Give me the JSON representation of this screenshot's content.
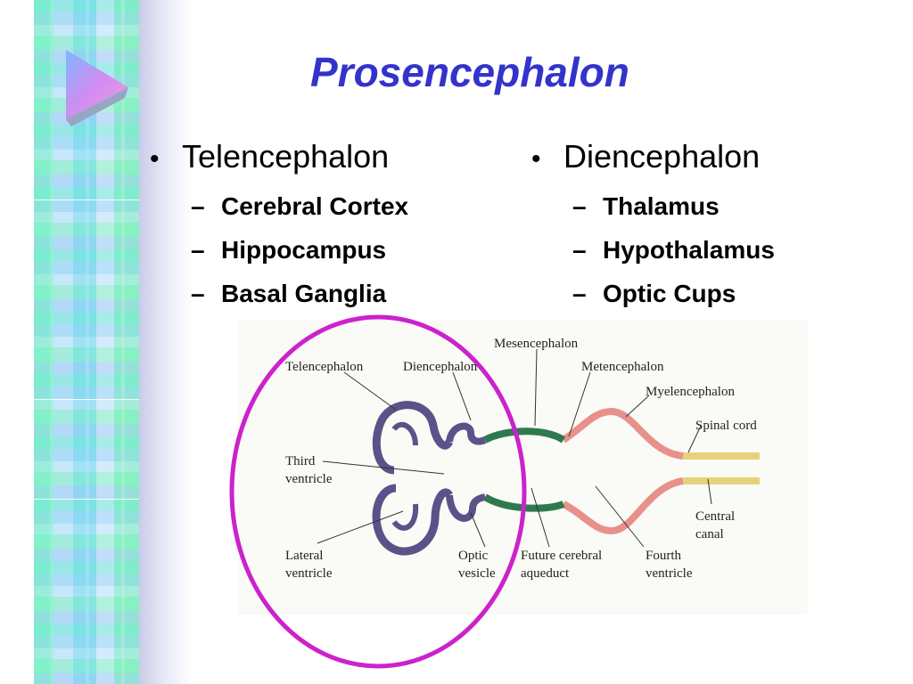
{
  "title": "Prosencephalon",
  "left_column": {
    "heading": "Telencephalon",
    "items": [
      "Cerebral Cortex",
      "Hippocampus",
      "Basal Ganglia"
    ]
  },
  "right_column": {
    "heading": "Diencephalon",
    "items": [
      "Thalamus",
      "Hypothalamus",
      "Optic Cups"
    ]
  },
  "bullet_glyph": "•",
  "dash_glyph": "–",
  "diagram": {
    "labels": {
      "mesencephalon": "Mesencephalon",
      "telencephalon": "Telencephalon",
      "diencephalon": "Diencephalon",
      "metencephalon": "Metencephalon",
      "myelencephalon": "Myelencephalon",
      "spinal_cord": "Spinal cord",
      "third_ventricle_1": "Third",
      "third_ventricle_2": "ventricle",
      "central_canal_1": "Central",
      "central_canal_2": "canal",
      "lateral_ventricle_1": "Lateral",
      "lateral_ventricle_2": "ventricle",
      "optic_vesicle_1": "Optic",
      "optic_vesicle_2": "vesicle",
      "future_aqueduct_1": "Future cerebral",
      "future_aqueduct_2": "aqueduct",
      "fourth_ventricle_1": "Fourth",
      "fourth_ventricle_2": "ventricle"
    },
    "colors": {
      "prosencephalon": "#5a5288",
      "mesencephalon": "#2e7a4e",
      "rhombencephalon": "#e8908c",
      "spinal_cord": "#e6d27a",
      "highlight_circle": "#cc22cc"
    }
  }
}
